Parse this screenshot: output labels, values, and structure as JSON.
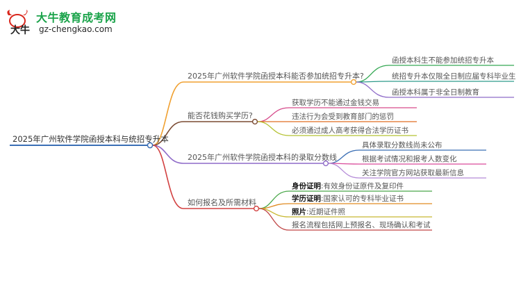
{
  "brand": {
    "title": "大牛教育成考网",
    "url": "gz-chengkao.com",
    "logo_text": "大牛",
    "colors": {
      "green": "#1aa34a",
      "red": "#d9261c"
    }
  },
  "mindmap": {
    "root": "2025年广州软件学院函授本科与统招专升本",
    "root_color": "#3b6fb5",
    "branches": [
      {
        "label": "2025年广州软件学院函授本科能否参加统招专升本?",
        "color": "#f0a030",
        "leaves": [
          {
            "text": "函授本科生不能参加统招专升本"
          },
          {
            "text": "统招专升本仅限全日制应届专科毕业生"
          },
          {
            "text": "函授本科属于非全日制教育"
          }
        ],
        "leaf_colors": [
          "#34a853",
          "#2e9a8a",
          "#8e6ac8"
        ]
      },
      {
        "label": "能否花钱购买学历?",
        "color": "#7a4a32",
        "leaves": [
          {
            "text": "获取学历不能通过金钱交易"
          },
          {
            "text": "违法行为会受到教育部门的惩罚"
          },
          {
            "text": "必须通过成人高考获得合法学历证书"
          }
        ],
        "leaf_colors": [
          "#d64a8a",
          "#e06d20",
          "#b5c233"
        ]
      },
      {
        "label": "2025年广州软件学院函授本科的录取分数线",
        "color": "#8e6ac8",
        "leaves": [
          {
            "text": "具体录取分数线尚未公布"
          },
          {
            "text": "根据考试情况和报考人数变化"
          },
          {
            "text": "关注学院官方网站获取最新信息"
          }
        ],
        "leaf_colors": [
          "#3b6fb5",
          "#d94a9a",
          "#b58bd8"
        ]
      },
      {
        "label": "如何报名及所需材料",
        "color": "#d24040",
        "leaves": [
          {
            "bold": "身份证明",
            "text": ":有效身份证原件及复印件"
          },
          {
            "bold": "学历证明",
            "text": ":国家认可的专科毕业证书"
          },
          {
            "bold": "照片",
            "text": ":近期证件照"
          },
          {
            "text": "报名流程包括网上预报名、现场确认和考试"
          }
        ],
        "leaf_colors": [
          "#4aa84a",
          "#e08a20",
          "#c8b830",
          "#c04848"
        ]
      }
    ]
  }
}
